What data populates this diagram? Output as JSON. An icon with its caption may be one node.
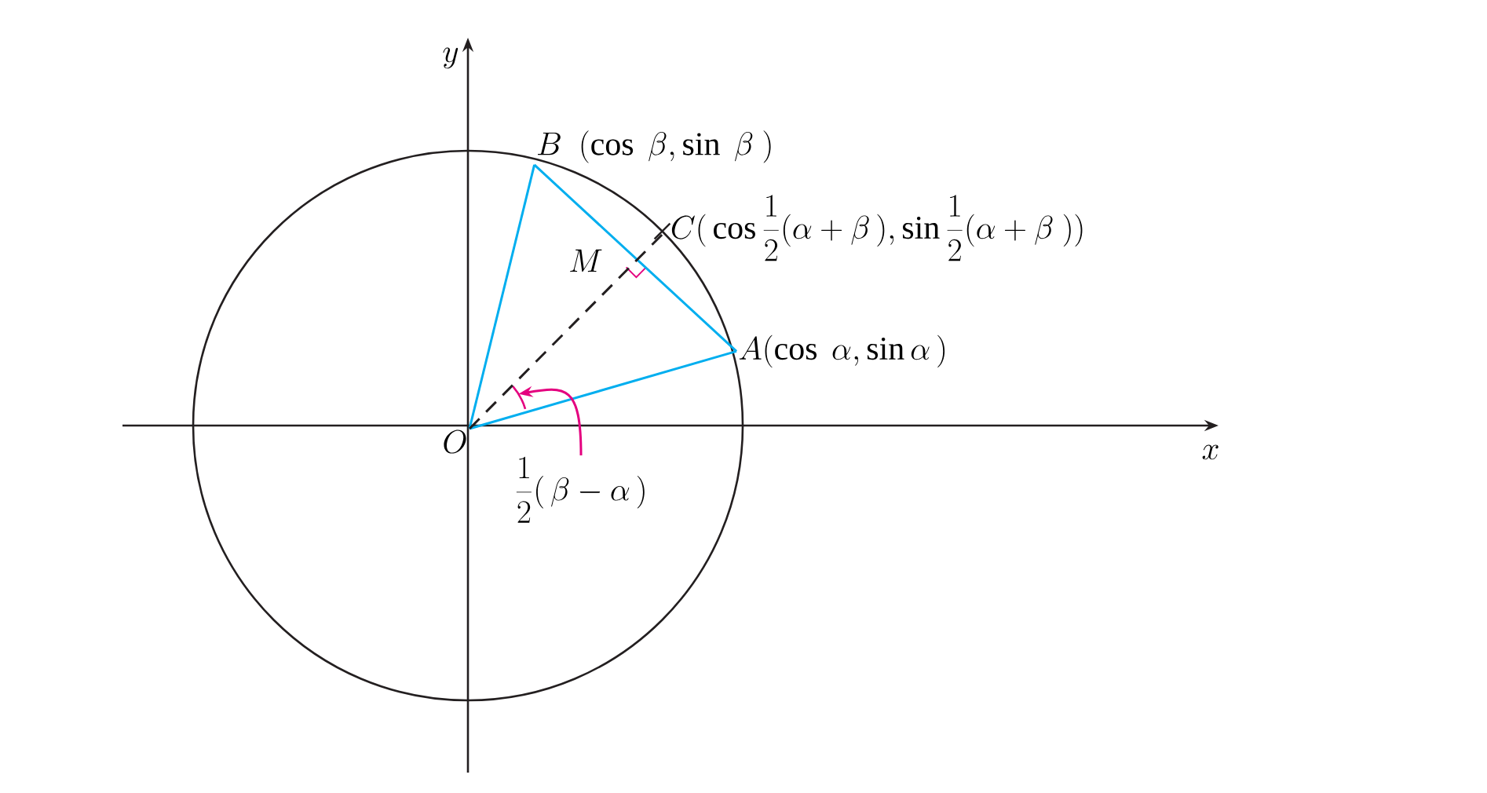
{
  "diagram": {
    "nodes": [
      {
        "text": [
          "O"
        ]
      },
      {
        "text": [
          "A(\\cos\\ \\alpha,\\sin\\alpha\\,)"
        ]
      },
      {
        "text": [
          "B\\ \\ (\\cos\\ \\beta,\\sin\\ \\beta\\ )"
        ]
      },
      {
        "text": [
          "C\\Big(\\cos\\frac{1}{2}(\\alpha+\\beta\\,),\\sin\\frac{1}{2}(\\alpha+\\beta\\ )\\Big)"
        ]
      },
      {
        "text": [
          "\\frac{1}{2}(\\,\\beta-\\alpha\\,)"
        ]
      },
      {
        "text": [],
        "shape": "arc"
      }
    ],
    "edges": [
      {
        "from": 0,
        "to": 1,
        "arrow": "none",
        "color": "#00aeef"
      },
      {
        "from": 0,
        "to": 2,
        "arrow": "none",
        "color": "#00aeef"
      },
      {
        "from": 2,
        "to": 1,
        "arrow": "none",
        "color": "#00aeef"
      },
      {
        "from": 0,
        "to": 3,
        "arrow": "none",
        "style": "dashed",
        "color": "#231f20"
      },
      {
        "from": 4,
        "to": 5,
        "arrow": "to",
        "color": "#e4007f"
      }
    ],
    "labels": [
      "y",
      "x",
      "M"
    ]
  }
}
